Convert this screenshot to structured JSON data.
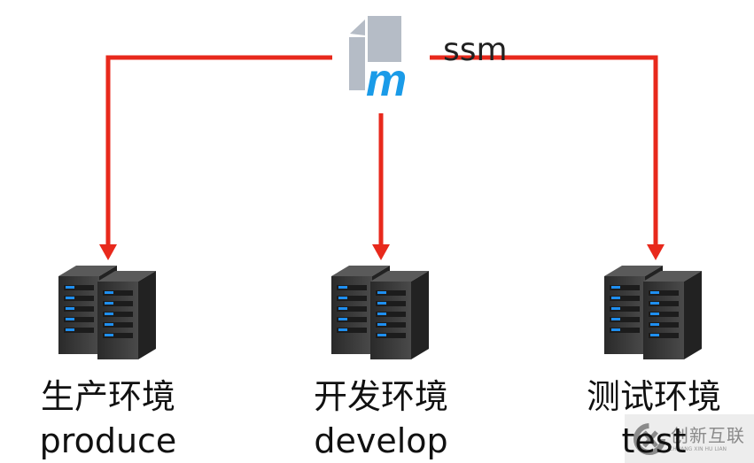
{
  "source": {
    "label": "ssm",
    "icon": "maven-m-icon"
  },
  "environments": [
    {
      "cn": "生产环境",
      "en": "produce"
    },
    {
      "cn": "开发环境",
      "en": "develop"
    },
    {
      "cn": "测试环境",
      "en": "test"
    }
  ],
  "watermark": {
    "cn": "创新互联",
    "en": "CHUANG XIN HU LIAN"
  },
  "colors": {
    "arrow": "#e8291c",
    "logo_gray": "#b5bcc6",
    "logo_blue": "#1a9be8"
  }
}
